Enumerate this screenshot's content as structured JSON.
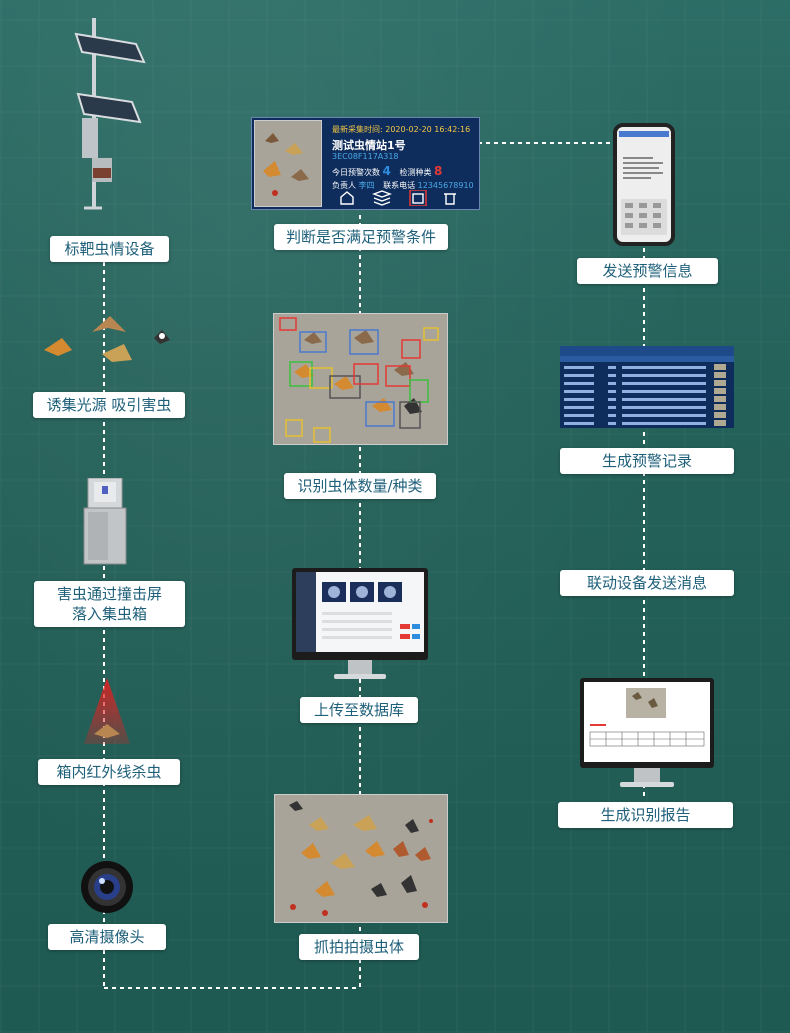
{
  "steps_left": [
    {
      "label": "标靶虫情设备"
    },
    {
      "label": "诱集光源 吸引害虫"
    },
    {
      "label": "害虫通过撞击屏\n落入集虫箱"
    },
    {
      "label": "箱内红外线杀虫"
    },
    {
      "label": "高清摄像头"
    }
  ],
  "steps_mid": [
    {
      "label": "判断是否满足预警条件"
    },
    {
      "label": "识别虫体数量/种类"
    },
    {
      "label": "上传至数据库"
    },
    {
      "label": "抓拍拍摄虫体"
    }
  ],
  "steps_right": [
    {
      "label": "发送预警信息"
    },
    {
      "label": "生成预警记录"
    },
    {
      "label": "联动设备发送消息"
    },
    {
      "label": "生成识别报告"
    }
  ],
  "station_card": {
    "time_label": "最新采集时间:",
    "time_value": "2020-02-20 16:42:16",
    "name": "测试虫情站1号",
    "code": "3EC08F117A318",
    "warn_label": "今日预警次数",
    "warn_value": "4",
    "kind_label": "检测种类",
    "kind_value": "8",
    "owner_label": "负责人",
    "owner_value": "李四",
    "phone_label": "联系电话",
    "phone_value": "12345678910"
  },
  "colors": {
    "background": "#246159",
    "label_text": "#1e5f7a",
    "card_bg": "#0e2d5c",
    "time_color": "#f5c842",
    "warn_color": "#2f8de0",
    "kind_color": "#e53935"
  }
}
